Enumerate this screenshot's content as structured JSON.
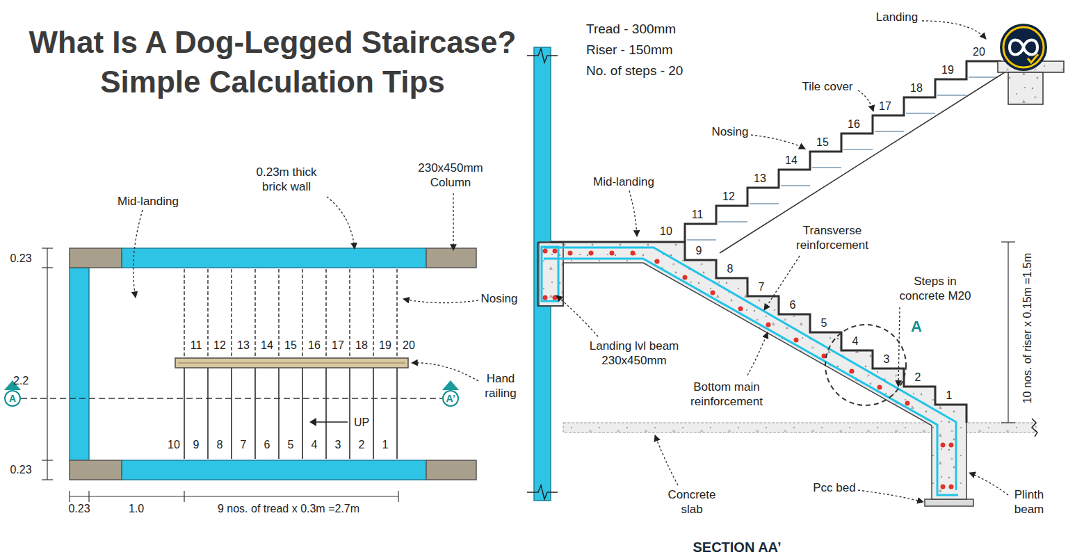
{
  "diagram": {
    "title": "What Is A Dog-Legged Staircase? Simple Calculation Tips",
    "nodes": [
      {
        "text": [
          "A"
        ]
      },
      {
        "text": [
          "A’"
        ]
      }
    ],
    "edges": [
      {
        "from": 0,
        "to": 1,
        "arrow": "none"
      }
    ],
    "labels": [
      "Mid-landing",
      "0.23m thick brick wall",
      "230x450mm Column",
      "Nosing",
      "Hand railing",
      "UP",
      "0.23",
      "2.2",
      "0.23",
      "0.23",
      "1.0",
      "9 nos. of tread x 0.3m =2.7m",
      "11",
      "12",
      "13",
      "14",
      "15",
      "16",
      "17",
      "18",
      "19",
      "20",
      "10",
      "9",
      "8",
      "7",
      "6",
      "5",
      "4",
      "3",
      "2",
      "1",
      "Tread - 300mm",
      "Riser - 150mm",
      "No. of steps - 20",
      "Landing",
      "Tile cover",
      "Nosing",
      "Mid-landing",
      "Transverse reinforcement",
      "Steps in concrete M20",
      "Landing lvl beam 230x450mm",
      "Bottom main reinforcement",
      "A",
      "10 nos. of riser x 0.15m =1.5m",
      "Concrete slab",
      "Pcc bed",
      "Plinth beam",
      "SECTION AA’",
      "1",
      "2",
      "3",
      "4",
      "5",
      "6",
      "7",
      "8",
      "9",
      "10",
      "11",
      "12",
      "13",
      "14",
      "15",
      "16",
      "17",
      "18",
      "19",
      "20"
    ]
  }
}
